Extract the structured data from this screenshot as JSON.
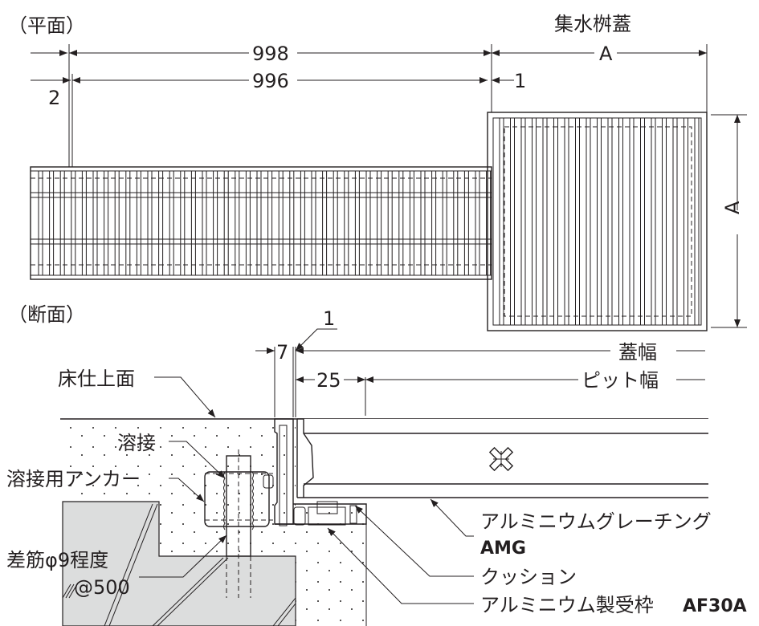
{
  "plan": {
    "title": "（平面）",
    "cover_label": "集水桝蓋",
    "dim_998": "998",
    "dim_996": "996",
    "dim_2": "2",
    "dim_1": "1",
    "dim_A_top": "A",
    "dim_A_side": "A"
  },
  "section": {
    "title": "（断面）",
    "dim_1": "1",
    "dim_7": "7",
    "dim_25": "25",
    "cover_width": "蓋幅",
    "pit_width": "ピット幅",
    "floor_surface": "床仕上面",
    "weld": "溶接",
    "weld_anchor": "溶接用アンカー",
    "rebar": "差筋φ9程度",
    "rebar_pitch": "@500",
    "grating_name": "アルミニウムグレーチング",
    "grating_code": "AMG",
    "cushion": "クッション",
    "frame_name": "アルミニウム製受枠",
    "frame_code": "AF30A"
  }
}
